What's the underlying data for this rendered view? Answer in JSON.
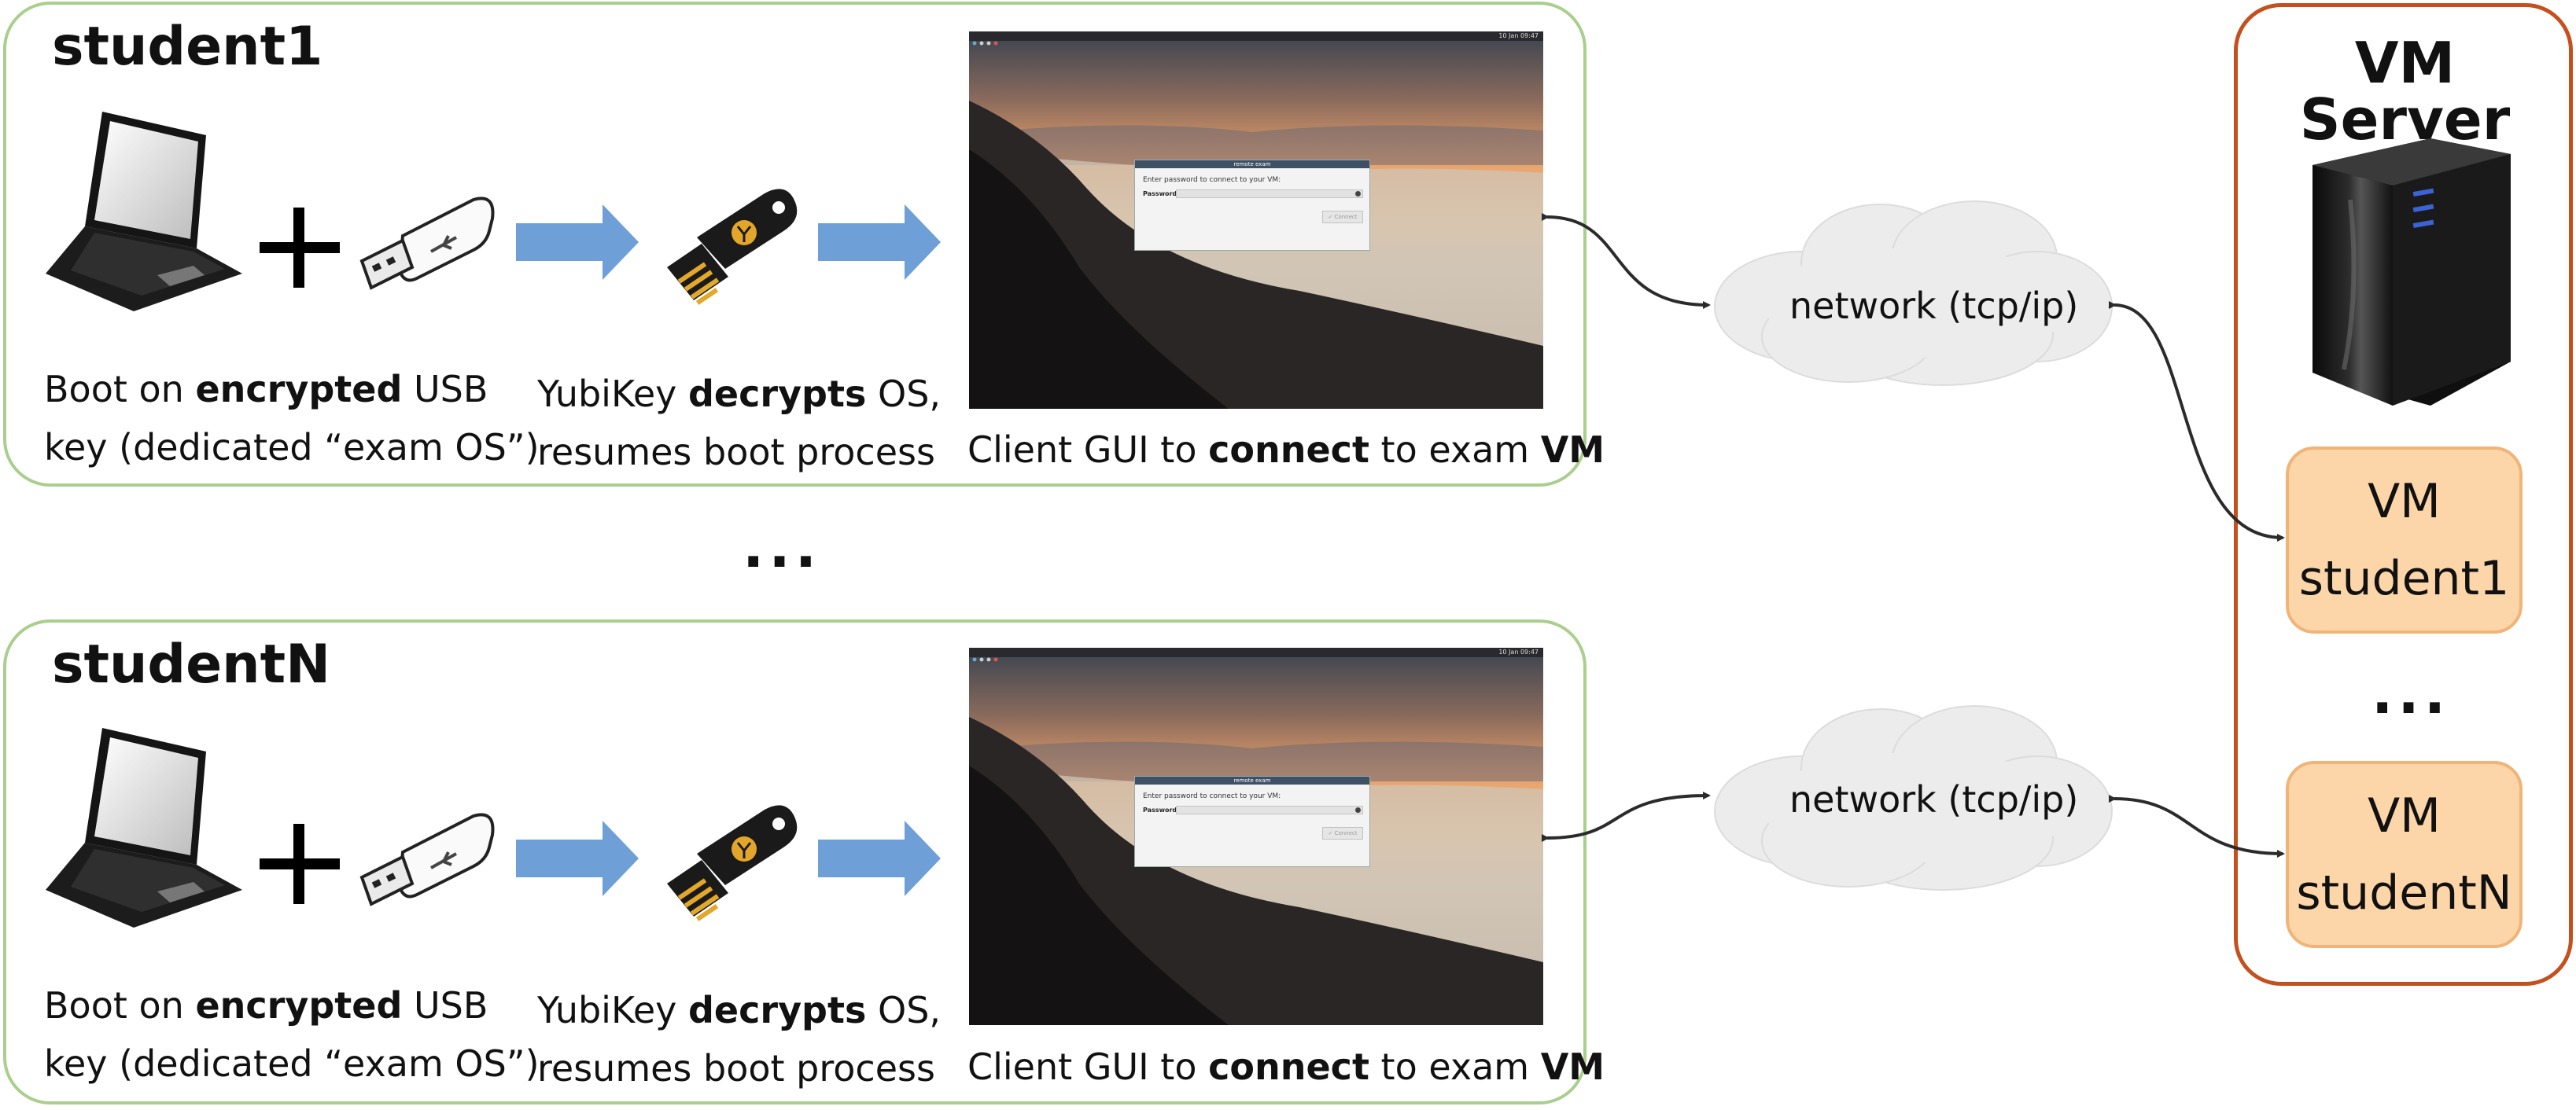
{
  "colors": {
    "student_border": "#a9cf8c",
    "server_border": "#c4501e",
    "vm_fill": "#fcd6a8",
    "vm_border": "#f1b478",
    "arrow_fill": "#6e9fd6",
    "cloud_fill": "#ececec"
  },
  "icons": [
    "laptop-icon",
    "plus-icon",
    "usb-key-icon",
    "yubikey-icon",
    "arrow-right-icon",
    "cloud-icon",
    "server-tower-icon"
  ],
  "students": [
    {
      "title": "student1",
      "boot_caption": {
        "line1_pre": "Boot on ",
        "line1_bold": "encrypted",
        "line1_post": " USB",
        "line2": "key (dedicated “exam OS”)"
      },
      "yubikey_caption": {
        "line1_pre": "YubiKey ",
        "line1_bold": "decrypts",
        "line1_post": " OS,",
        "line2": "resumes boot process"
      },
      "gui_caption": {
        "pre": "Client GUI to ",
        "bold1": "connect",
        "mid": " to exam ",
        "bold2": "VM"
      }
    },
    {
      "title": "studentN",
      "boot_caption": {
        "line1_pre": "Boot on ",
        "line1_bold": "encrypted",
        "line1_post": " USB",
        "line2": "key (dedicated “exam OS”)"
      },
      "yubikey_caption": {
        "line1_pre": "YubiKey ",
        "line1_bold": "decrypts",
        "line1_post": " OS,",
        "line2": "resumes boot process"
      },
      "gui_caption": {
        "pre": "Client GUI to ",
        "bold1": "connect",
        "mid": " to exam ",
        "bold2": "VM"
      }
    }
  ],
  "screen_dialog": {
    "header": "remote exam",
    "prompt": "Enter password to connect to your VM:",
    "field_label": "Password",
    "button": "✓ Connect",
    "clock": "10 Jan 09:47"
  },
  "middle_ellipsis": "...",
  "network_label": "network (tcp/ip)",
  "server": {
    "title": "VM Server",
    "vms": [
      {
        "line1": "VM",
        "line2": "student1"
      },
      {
        "line1": "VM",
        "line2": "studentN"
      }
    ],
    "ellipsis": "..."
  }
}
